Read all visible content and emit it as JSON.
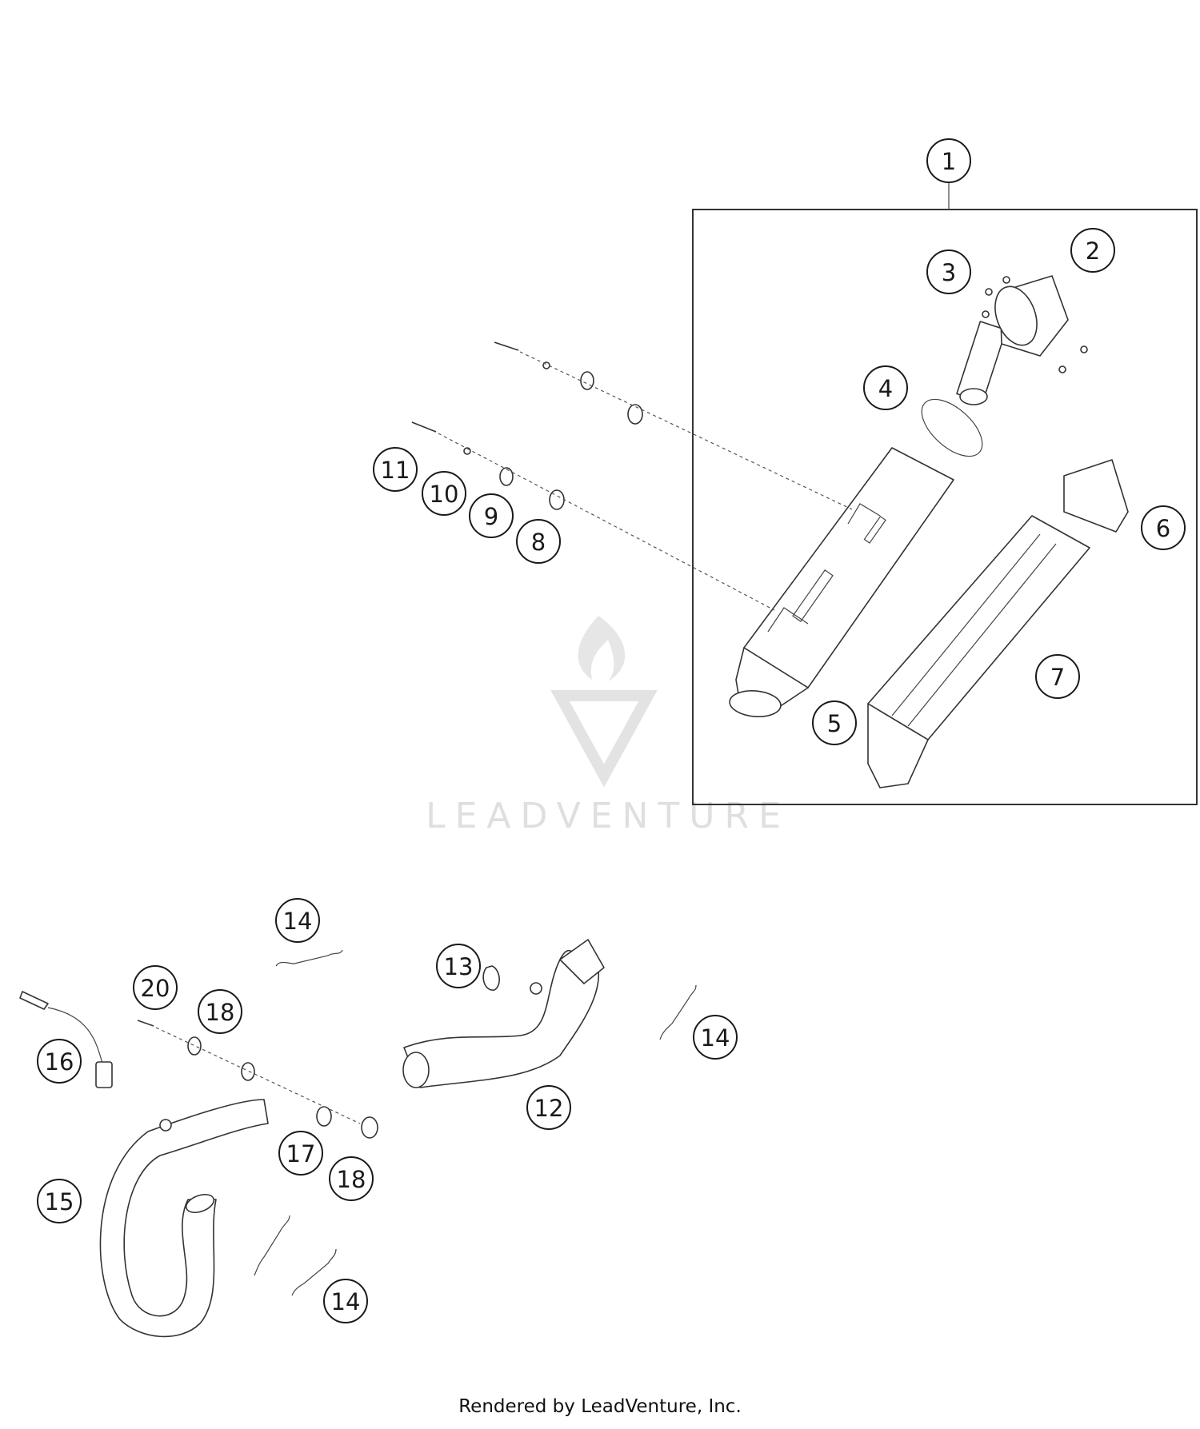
{
  "callouts": {
    "c1": "1",
    "c2": "2",
    "c3": "3",
    "c4": "4",
    "c5": "5",
    "c6": "6",
    "c7": "7",
    "c8": "8",
    "c9": "9",
    "c10": "10",
    "c11": "11",
    "c12": "12",
    "c13": "13",
    "c14a": "14",
    "c14b": "14",
    "c14c": "14",
    "c15": "15",
    "c16": "16",
    "c17": "17",
    "c18a": "18",
    "c18b": "18",
    "c20": "20"
  },
  "watermark": {
    "text": "LEADVENTURE"
  },
  "footer": {
    "text": "Rendered by LeadVenture, Inc."
  }
}
